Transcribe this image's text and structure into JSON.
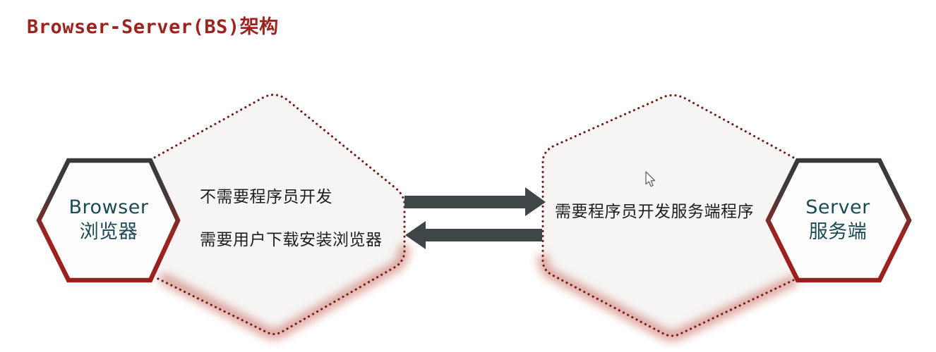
{
  "title": "Browser-Server(BS)架构",
  "browser_node": {
    "name_en": "Browser",
    "name_zh": "浏览器"
  },
  "server_node": {
    "name_en": "Server",
    "name_zh": "服务端"
  },
  "browser_notes": {
    "line1": "不需要程序员开发",
    "line2": "需要用户下载安装浏览器"
  },
  "server_notes": {
    "line1": "需要程序员开发服务端程序"
  },
  "icons": {
    "right_arrow": "request-arrow-right",
    "left_arrow": "response-arrow-left",
    "cursor": "mouse-arrow-cursor"
  },
  "colors": {
    "title_red": "#9b241f",
    "dotted_border_red": "#6f1a16",
    "glow_pink": "#c96a5f",
    "arrow_charcoal": "#3f4647",
    "hex_border_dark": "#35393b",
    "hex_border_red": "#9c1f1c",
    "node_text_teal": "#1b4a52",
    "blob_fill": "#f6f5f4",
    "background": "#ffffff"
  }
}
